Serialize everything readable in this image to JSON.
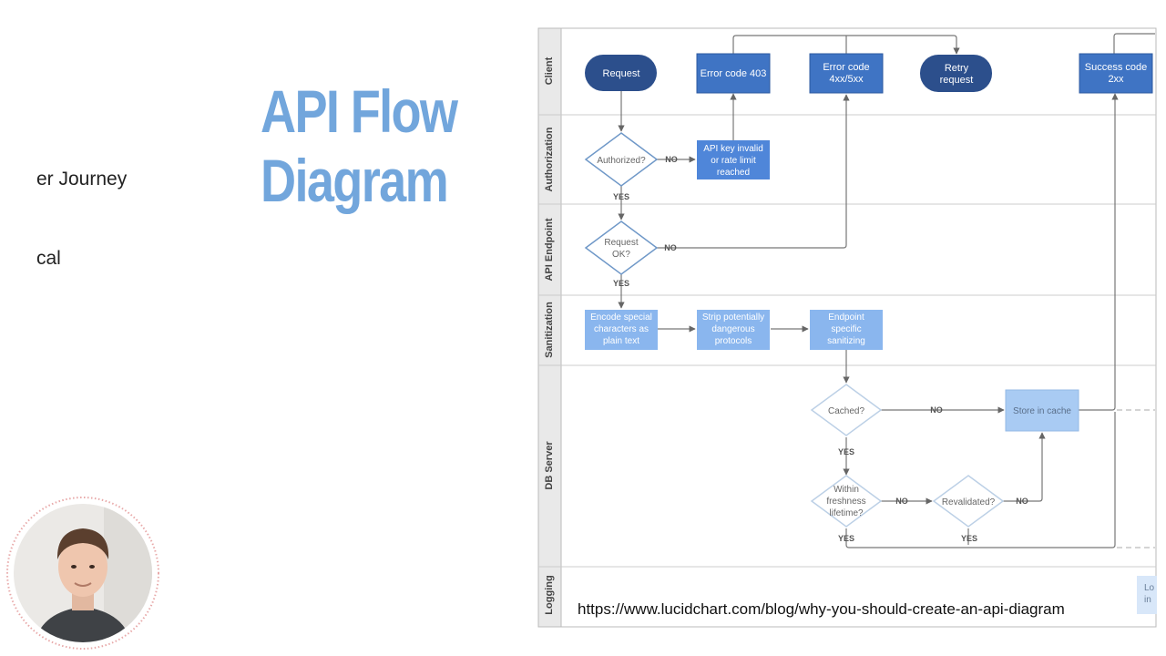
{
  "sidebar": {
    "items": [
      {
        "label": "er Journey"
      },
      {
        "label": "cal"
      }
    ]
  },
  "title": {
    "line1": "API Flow",
    "line2": "Diagram"
  },
  "diagram": {
    "lanes": [
      "Client",
      "Authorization",
      "API Endpoint",
      "Sanitization",
      "DB Server",
      "Logging"
    ],
    "nodes": {
      "request": "Request",
      "error403": "Error code 403",
      "error4xx_l1": "Error code",
      "error4xx_l2": "4xx/5xx",
      "retry_l1": "Retry",
      "retry_l2": "request",
      "success_l1": "Success code",
      "success_l2": "2xx",
      "authorized": "Authorized?",
      "apikey_l1": "API key invalid",
      "apikey_l2": "or rate limit",
      "apikey_l3": "reached",
      "requestok_l1": "Request",
      "requestok_l2": "OK?",
      "encode_l1": "Encode special",
      "encode_l2": "characters as",
      "encode_l3": "plain text",
      "strip_l1": "Strip potentially",
      "strip_l2": "dangerous",
      "strip_l3": "protocols",
      "endpoint_l1": "Endpoint",
      "endpoint_l2": "specific",
      "endpoint_l3": "sanitizing",
      "cached": "Cached?",
      "store": "Store in cache",
      "within_l1": "Within",
      "within_l2": "freshness",
      "within_l3": "lifetime?",
      "revalidated": "Revalidated?",
      "logging_l1": "Lo",
      "logging_l2": "in"
    },
    "edge_labels": {
      "no": "NO",
      "yes": "YES"
    }
  },
  "source_url": "https://www.lucidchart.com/blog/why-you-should-create-an-api-diagram",
  "colors": {
    "title": "#72a6dc",
    "dark_node": "#2c4f8c",
    "mid_node": "#3f74c4",
    "light_node": "#8ab6ee",
    "cache_node": "#a9cbf3",
    "lane_header": "#e9e9e9"
  }
}
